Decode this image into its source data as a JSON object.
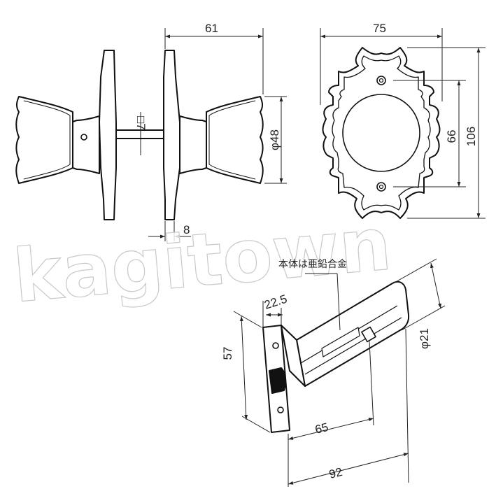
{
  "watermark": "kagitown",
  "knob_view": {
    "width": "61",
    "rose_diameter": "φ48",
    "spindle": "□7",
    "spindle_thickness": "8"
  },
  "rose_view": {
    "width": "75",
    "inner_height": "66",
    "outer_height": "106"
  },
  "latch_view": {
    "material_note": "本体は亜鉛合金",
    "faceplate_width": "22.5",
    "faceplate_height": "57",
    "cylinder_diameter": "φ21",
    "backset": "65",
    "total_length": "92"
  }
}
